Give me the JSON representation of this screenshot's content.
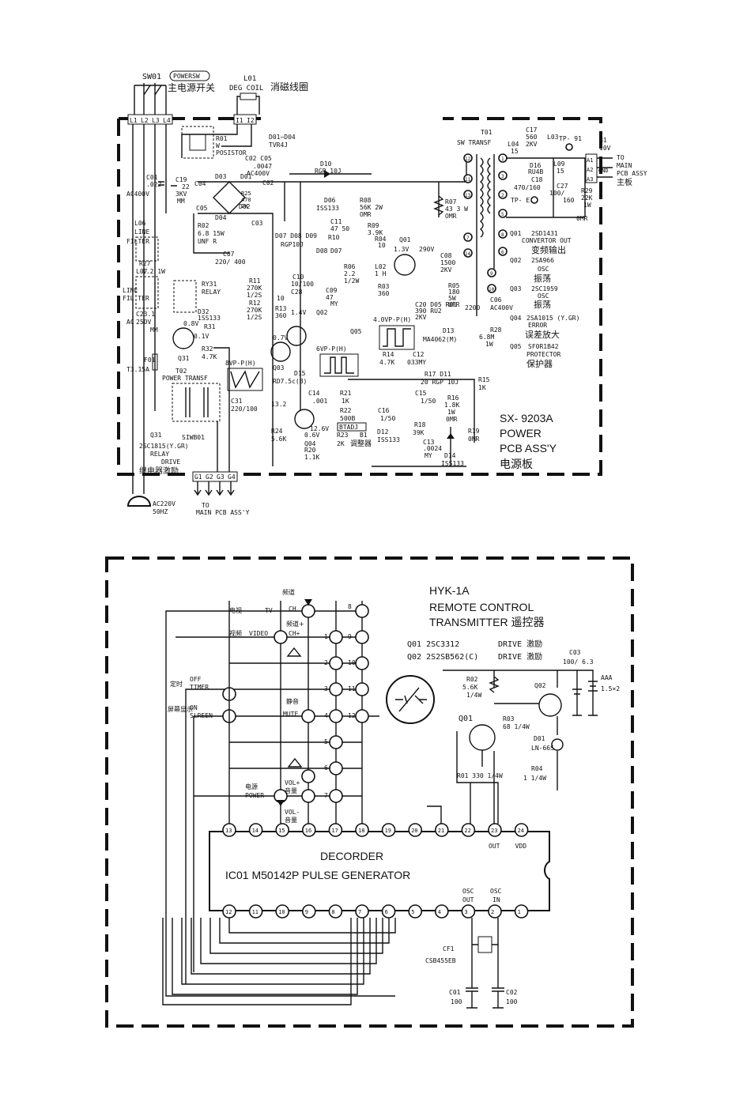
{
  "power_board": {
    "switch": {
      "ref": "SW01",
      "tag": "POWERSW",
      "label_cn": "主电源开关"
    },
    "degauss": {
      "ref": "L01",
      "value": "DEG COIL",
      "label_cn": "消磁线圈"
    },
    "terminals_in": [
      "L1",
      "L2",
      "L3",
      "L4"
    ],
    "degauss_terminals": [
      "I1",
      "I2"
    ],
    "posistor": {
      "ref": "R01",
      "value": "W",
      "label": "POSISTOR"
    },
    "bridge": {
      "ref": "D01~D04",
      "value": "TVR4J"
    },
    "c02_c05": "C02  C05",
    "c02_values": [
      ".0047",
      "AC400V"
    ],
    "diodes": [
      "D01",
      "D02",
      "D03",
      "D04",
      "C04",
      "C05",
      "C02",
      "C03"
    ],
    "r25": [
      "R25",
      "470",
      "2W"
    ],
    "c01": [
      "C01",
      ".022",
      "AC400V"
    ],
    "c19": [
      "C19",
      "22",
      "3KV",
      "MM"
    ],
    "line_filter": [
      "L06",
      "LINE",
      "FILTER"
    ],
    "r02": [
      "R02",
      "6.8 15W",
      "UNF R"
    ],
    "c07": [
      "C07",
      "220/ 400"
    ],
    "r27": [
      "R27",
      "1.2 1W"
    ],
    "line_filter2": [
      "L07",
      "LINE",
      "FIL TER"
    ],
    "c23": [
      "C23.1",
      "250V",
      "MM"
    ],
    "ac_label": "AC",
    "fuse": [
      "F01",
      "T3.15A"
    ],
    "d10": [
      "D10",
      "RGP 10J"
    ],
    "d06": [
      "D06",
      "ISS133"
    ],
    "r08": [
      "R08",
      "56K 2W",
      "OMR"
    ],
    "c11": [
      "C11",
      "47 50"
    ],
    "r09": [
      "R09",
      "3.9K"
    ],
    "r10": "R10",
    "r07": [
      "R07",
      "43 3 W",
      "OMR"
    ],
    "d07_d09": [
      "D07 D08 D09",
      "RGP10J"
    ],
    "d08_d07": [
      "D08",
      "D07"
    ],
    "r06": [
      "R06",
      "2.2",
      "1/2W"
    ],
    "r04": [
      "R04",
      "10"
    ],
    "l02": [
      "L02",
      "1 H"
    ],
    "q01": "Q01",
    "v_q01": "1.3V",
    "v_290": "290V",
    "c08": [
      "C08",
      "1500",
      "2KV"
    ],
    "r05": [
      "R05",
      "180",
      "5W",
      "UFR"
    ],
    "c20": [
      "C20 D05 R01",
      "390 RU2",
      "2KV"
    ],
    "r03": [
      "R03",
      "360"
    ],
    "r11": [
      "R11",
      "270K",
      "1/2S"
    ],
    "r12": [
      "R12",
      "270K",
      "1/2S"
    ],
    "c10": [
      "C10",
      "10/100",
      "C28",
      "10"
    ],
    "c09": [
      "C09",
      "47",
      "MY"
    ],
    "r13": [
      "R13",
      "360"
    ],
    "v_1_4": "1.4V",
    "q02": "Q02",
    "waveform1": "4.0VP-P(H)",
    "d13": [
      "D13",
      "MA4062(M)"
    ],
    "q05": "Q05",
    "r14": [
      "R14",
      "4.7K"
    ],
    "c12": [
      "C12",
      "033MY"
    ],
    "waveform2": "6VP-P(H)",
    "q03": "Q03",
    "waveform3": "8VP-P(H)",
    "d15": [
      "D15",
      "RD7.5c(B)"
    ],
    "r17_d11": [
      "R17 D11",
      "20 RGP 10J"
    ],
    "r15": [
      "R15",
      "1K"
    ],
    "v_13_2": "13.2",
    "c14": [
      "C14",
      ".001"
    ],
    "r21": [
      "R21",
      "1K"
    ],
    "c15": [
      "C15",
      "1/50"
    ],
    "r16": [
      "R16",
      "1.8K",
      "1W",
      "0MR"
    ],
    "r22": [
      "R22",
      "500B"
    ],
    "c16": [
      "C16",
      "1/50"
    ],
    "btadj": [
      "BTADJ",
      "B1",
      "调整器"
    ],
    "r23": [
      "R23",
      "2K"
    ],
    "d12": [
      "D12",
      "ISS133"
    ],
    "r18": [
      "R18",
      "39K"
    ],
    "c13": [
      "C13",
      ".0024",
      "MY"
    ],
    "r19": [
      "R19",
      "0MR"
    ],
    "d14": [
      "D14",
      "ISS133"
    ],
    "r24": [
      "R24",
      "5.6K"
    ],
    "q04_v": [
      "0.6V",
      "12.6V",
      "Q04",
      "R20",
      "1.1K"
    ],
    "ry31": [
      "RY31",
      "RELAY"
    ],
    "d32": [
      "D32",
      "1SS133"
    ],
    "q31_v": [
      "0.8V",
      "0.1V",
      "R31"
    ],
    "r32": [
      "R32",
      "4.7K"
    ],
    "q31": "Q31",
    "t02": [
      "T02",
      "POWER TRANSF"
    ],
    "c31": [
      "C31",
      "220/100"
    ],
    "q31b": [
      "Q31",
      "2SC1815(Y.GR)",
      "RELAY",
      "DRIVE",
      "继电器激励"
    ],
    "siwb": "SIWB01",
    "out_terms": [
      "G1",
      "G2",
      "G3",
      "G4"
    ],
    "plug": [
      "AC220V",
      "50HZ"
    ],
    "to_main": [
      "TO",
      "MAIN PCB ASS'Y"
    ],
    "t01": [
      "T01",
      "SW TRANSF"
    ],
    "pins_t01": [
      "12",
      "11",
      "13",
      "7",
      "9",
      "10",
      "8",
      "6",
      "5",
      "3",
      "14",
      "1",
      "2"
    ],
    "l04": [
      "L04",
      "15"
    ],
    "c17": [
      "C17",
      "560",
      "2KV"
    ],
    "l03": "L03",
    "tp91": "TP- 91",
    "d16": [
      "D16",
      "RU4B"
    ],
    "l09": [
      "L09",
      "15"
    ],
    "c18": [
      "C18",
      "470/160"
    ],
    "c27": [
      "C27",
      "100/",
      "160"
    ],
    "r29": [
      "R29",
      "22K",
      "1W"
    ],
    "tpe": "TP- E",
    "omr": "0MR",
    "b1": [
      "B1",
      "10V"
    ],
    "a_terms": [
      "A1",
      "A2",
      "A3"
    ],
    "gnd": "GND",
    "to_main2": [
      "TO",
      "MAIN",
      "PCB ASSY",
      "主板"
    ],
    "c06": [
      "C06",
      "2200",
      "AC400V"
    ],
    "r28": [
      "R28",
      "6.8M",
      "1W"
    ],
    "legend": [
      {
        "ref": "Q01",
        "part": "2SD1431",
        "desc": "CONVERTOR OUT",
        "cn": "变频输出"
      },
      {
        "ref": "Q02",
        "part": "2SA966",
        "desc": "OSC",
        "cn": "振荡"
      },
      {
        "ref": "Q03",
        "part": "2SC1959",
        "desc": "OSC",
        "cn": "振荡"
      },
      {
        "ref": "Q04",
        "part": "2SA1015 (Y.GR)",
        "desc": "ERROR",
        "cn": "误差放大"
      },
      {
        "ref": "Q05",
        "part": "SF0R1B42",
        "desc": "PROTECTOR",
        "cn": "保护器"
      }
    ],
    "title": [
      "SX- 9203A",
      "POWER",
      "PCB ASS'Y",
      "电源板"
    ]
  },
  "remote": {
    "title": [
      "HYK-1A",
      "REMOTE CONTROL",
      "TRANSMITTER 遥控器"
    ],
    "parts": [
      {
        "ref": "Q01 2SC3312",
        "desc": "DRIVE 激励"
      },
      {
        "ref": "Q02 2S2SB562(C)",
        "desc": "DRIVE 激励"
      }
    ],
    "c03": [
      "C03",
      "100/ 6.3"
    ],
    "battery": [
      "AAA",
      "1.5×2"
    ],
    "r02": [
      "R02",
      "5.6K",
      "1/4W"
    ],
    "q02": "Q02",
    "q01": "Q01",
    "r03": [
      "R03",
      "68 1/4W"
    ],
    "d01": [
      "D01",
      "LN-66S"
    ],
    "r04": [
      "R04",
      "1 1/4W"
    ],
    "r01": "R01 330 1/4W",
    "keys_left": [
      {
        "cn": "电视",
        "en": "TV"
      },
      {
        "cn": "视频",
        "en": "VIDEO"
      },
      {
        "cn": "定时",
        "en": "OFF TIMER"
      },
      {
        "cn": "屏幕显示",
        "en": "ON SLREEN"
      },
      {
        "cn": "电源",
        "en": "POWER"
      }
    ],
    "ch_labels": [
      "频道",
      "CH",
      "频道+",
      "CH+"
    ],
    "mute": [
      "静音",
      "MUTE"
    ],
    "vol": [
      "VOL+",
      "音量",
      "VOL-",
      "音量"
    ],
    "matrix_nums": [
      "8",
      "1",
      "9",
      "2",
      "10",
      "3",
      "11",
      "4",
      "12",
      "5",
      "6",
      "7"
    ],
    "ic": [
      "DECORDER",
      "IC01 M50142P PULSE GENERATOR"
    ],
    "top_pins": [
      "13",
      "14",
      "15",
      "16",
      "17",
      "18",
      "19",
      "20",
      "21",
      "22",
      "23",
      "24"
    ],
    "top_pin_labels": {
      "23": "OUT",
      "24": "VDD"
    },
    "bottom_pins": [
      "12",
      "11",
      "10",
      "9",
      "8",
      "7",
      "6",
      "5",
      "4",
      "3",
      "2",
      "1"
    ],
    "osc_labels": [
      "OSC",
      "OUT",
      "OSC",
      "IN"
    ],
    "cf1": [
      "CF1",
      "CSB455EB"
    ],
    "c01": [
      "C01",
      "100"
    ],
    "c02": [
      "C02",
      "100"
    ]
  }
}
